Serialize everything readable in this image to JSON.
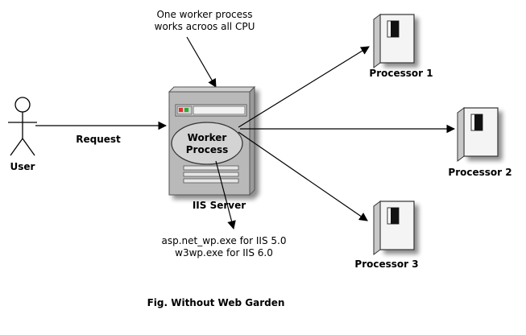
{
  "diagram": {
    "annotation_lines": [
      "One worker process",
      "works acroos all CPU"
    ],
    "user_label": "User",
    "request_label": "Request",
    "worker_process_lines": [
      "Worker",
      "Process"
    ],
    "server_label": "IIS Server",
    "exe_lines": [
      "asp.net_wp.exe for IIS 5.0",
      "w3wp.exe for IIS 6.0"
    ],
    "processors": [
      {
        "label": "Processor 1"
      },
      {
        "label": "Processor 2"
      },
      {
        "label": "Processor 3"
      }
    ],
    "caption": "Fig. Without Web Garden",
    "colors": {
      "server_body": "#b9b9b9",
      "server_shadow": "#9a9a9a",
      "ellipse_fill": "#d3d3d3",
      "processor_body": "#f4f4f4",
      "processor_side": "#c8c8c8",
      "led_red": "#e03030",
      "led_green": "#2faa2f"
    }
  }
}
